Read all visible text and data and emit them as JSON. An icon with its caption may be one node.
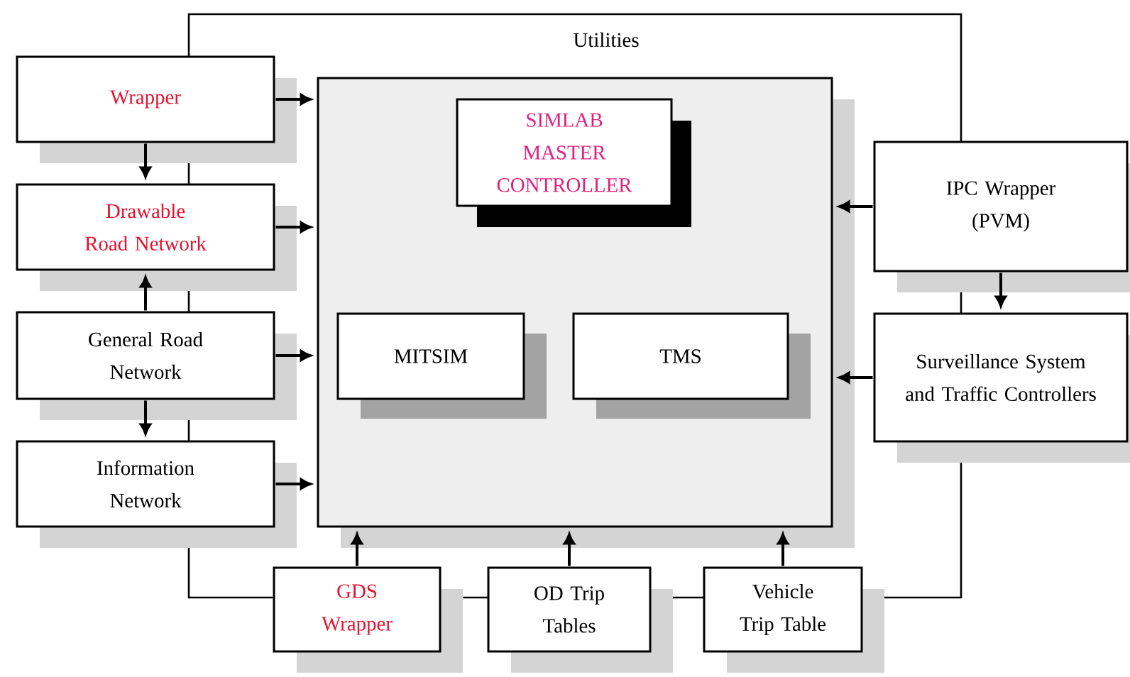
{
  "diagram": {
    "nodes": [
      {
        "text": [],
        "shape": "box"
      },
      {
        "text": [
          "SIMLAB MASTER CONTROLLER"
        ],
        "in": 0
      },
      {
        "text": [
          "MITSIM"
        ],
        "in": 0
      },
      {
        "text": [
          "TMS"
        ],
        "in": 0
      },
      {
        "text": [
          "Wrapper"
        ]
      },
      {
        "text": [
          "Drawable Road Network"
        ]
      },
      {
        "text": [
          "General Road Network"
        ]
      },
      {
        "text": [
          "Information Network"
        ]
      },
      {
        "text": [
          "IPC Wrapper (PVM)"
        ]
      },
      {
        "text": [
          "Surveillance System and Traffic Controllers"
        ]
      },
      {
        "text": [
          "GDS Wrapper"
        ]
      },
      {
        "text": [
          "OD Trip Tables"
        ]
      },
      {
        "text": [
          "Vehicle Trip Table"
        ]
      }
    ],
    "edges": [
      {
        "from": 4,
        "to": 5,
        "arrow": "to"
      },
      {
        "from": 6,
        "to": 5,
        "arrow": "to"
      },
      {
        "from": 6,
        "to": 7,
        "arrow": "to"
      },
      {
        "from": 4,
        "to": 0,
        "arrow": "to"
      },
      {
        "from": 5,
        "to": 0,
        "arrow": "to"
      },
      {
        "from": 6,
        "to": 0,
        "arrow": "to"
      },
      {
        "from": 7,
        "to": 0,
        "arrow": "to"
      },
      {
        "from": 8,
        "to": 0,
        "arrow": "to"
      },
      {
        "from": 9,
        "to": 0,
        "arrow": "to"
      },
      {
        "from": 8,
        "to": 9,
        "arrow": "to"
      },
      {
        "from": 10,
        "to": 0,
        "arrow": "to"
      },
      {
        "from": 11,
        "to": 0,
        "arrow": "to"
      },
      {
        "from": 12,
        "to": 0,
        "arrow": "to"
      }
    ],
    "labels": [
      "Utilities"
    ]
  }
}
